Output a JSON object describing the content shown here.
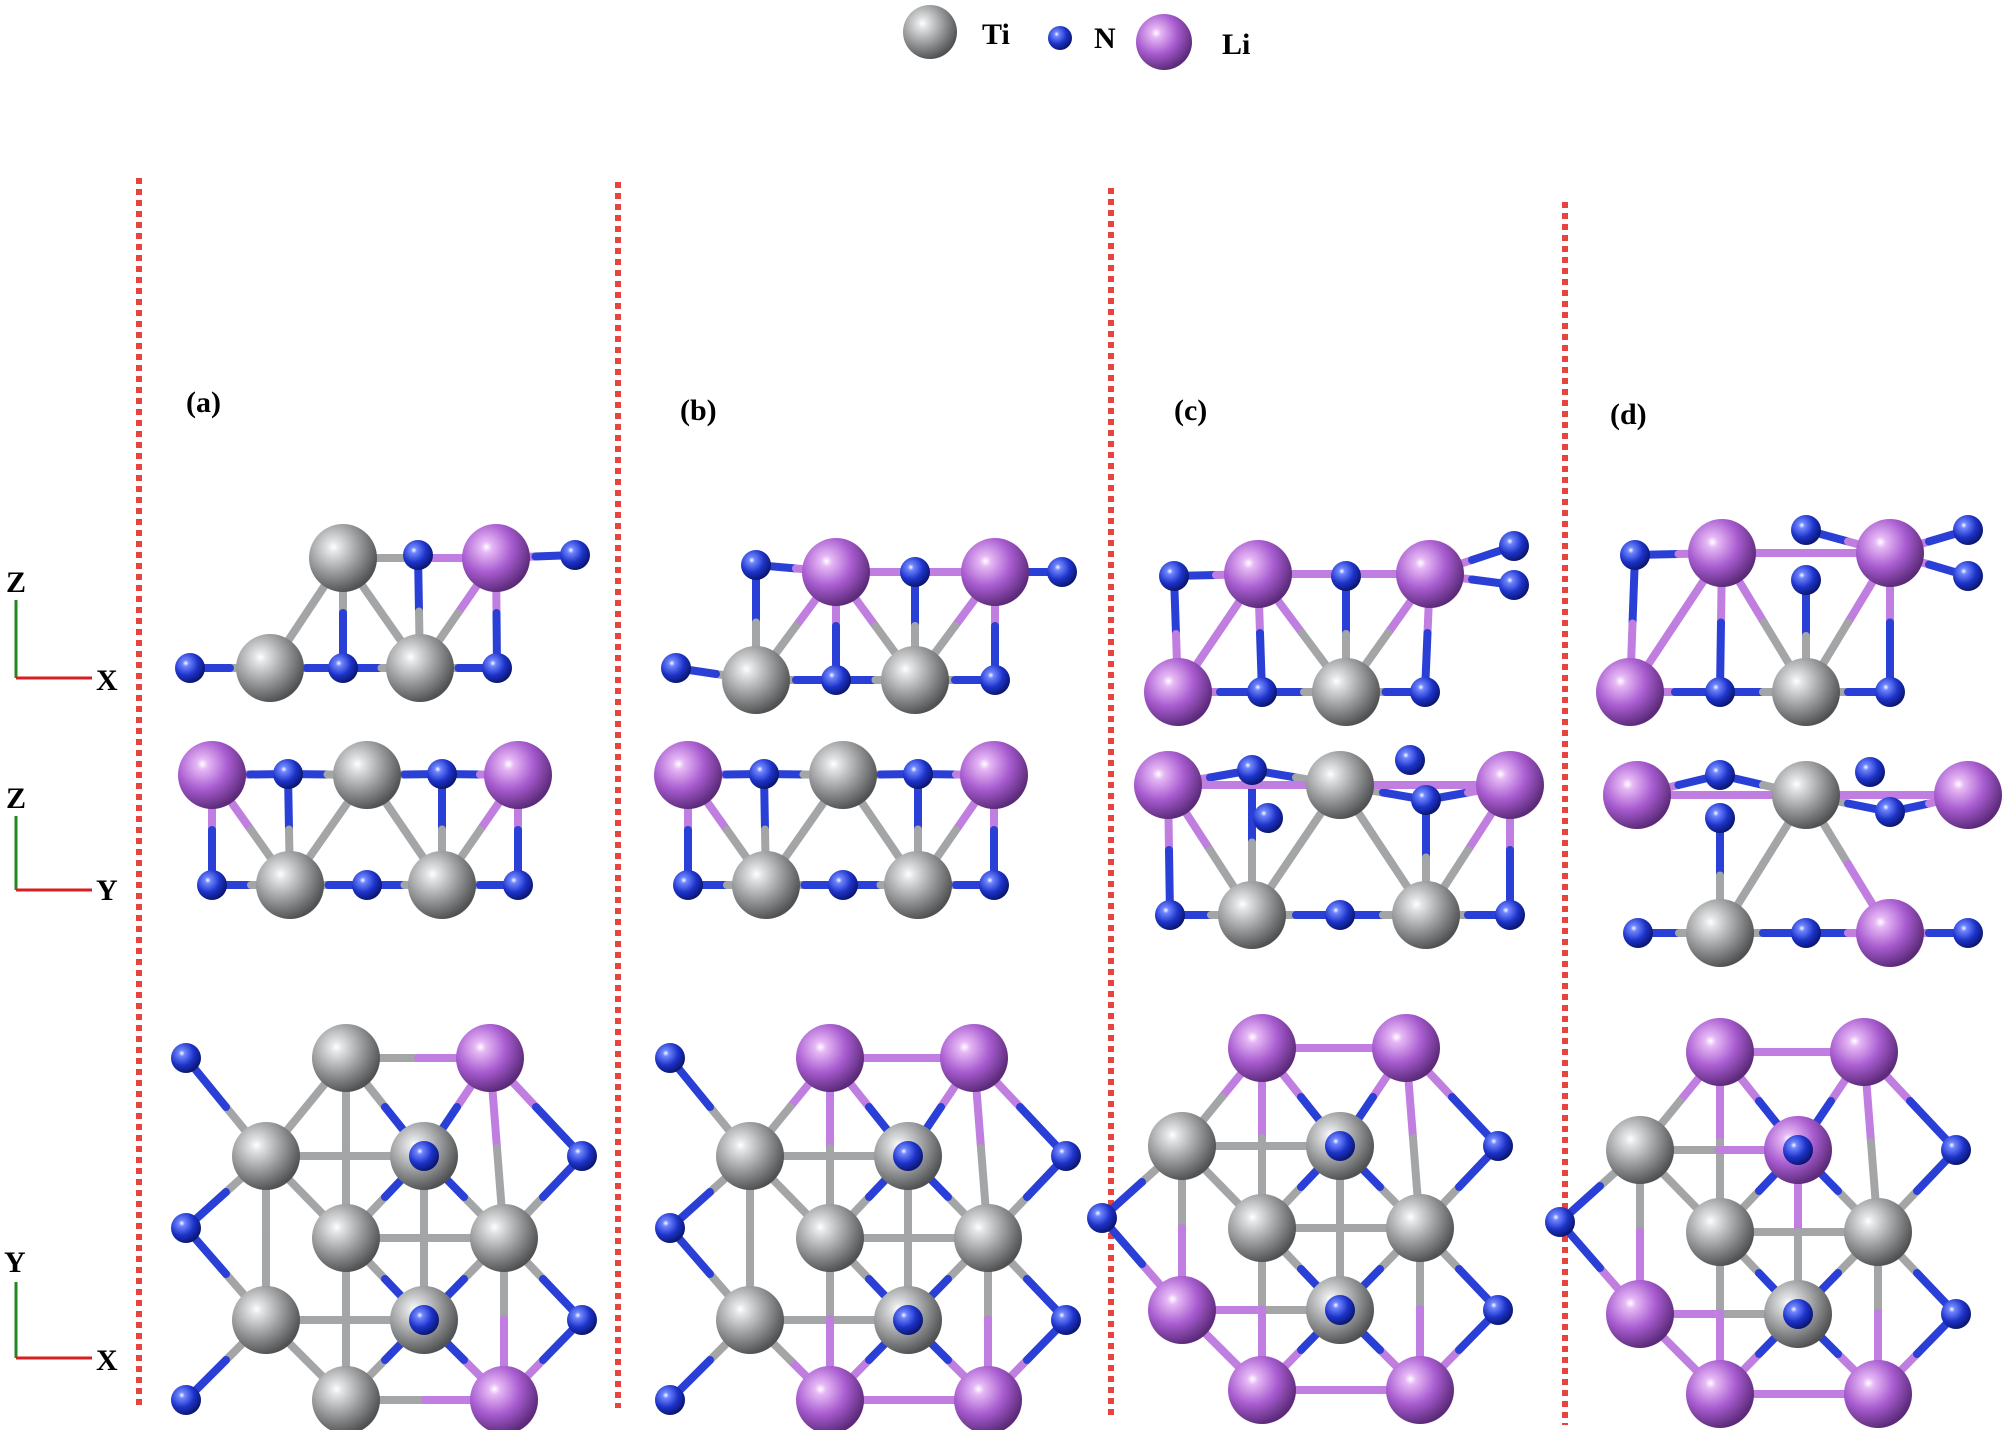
{
  "legend": [
    {
      "symbol": "Ti",
      "label": "Ti",
      "color": "#8e9092"
    },
    {
      "symbol": "N",
      "label": "N",
      "color": "#1f33c8"
    },
    {
      "symbol": "Li",
      "label": "Li",
      "color": "#a85cd0"
    }
  ],
  "panels": [
    {
      "label": "(a)"
    },
    {
      "label": "(b)"
    },
    {
      "label": "(c)"
    },
    {
      "label": "(d)"
    }
  ],
  "axes": [
    {
      "vertical": "Z",
      "horizontal": "X"
    },
    {
      "vertical": "Z",
      "horizontal": "Y"
    },
    {
      "vertical": "Y",
      "horizontal": "X"
    }
  ],
  "colors": {
    "Ti": "#8e9092",
    "N": "#1f33c8",
    "Li": "#a85cd0",
    "separator": "#e8443e",
    "axis_vertical": "#1f8a1f",
    "axis_horizontal": "#d42020"
  }
}
